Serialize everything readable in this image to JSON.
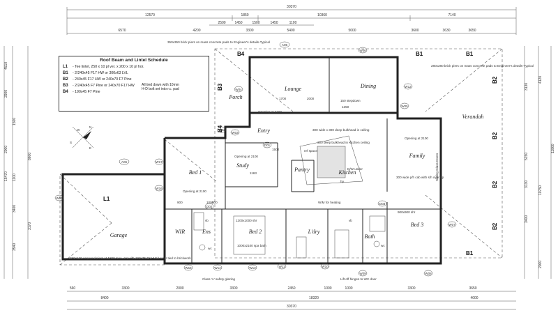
{
  "dims": {
    "top_total": "30370",
    "top_a": [
      "12570",
      "1850",
      "10360",
      "7140"
    ],
    "top_b": [
      "2500",
      "1450",
      "1500",
      "1450",
      "1100"
    ],
    "top_c": [
      "6570",
      "4200",
      "3300",
      "5400",
      "5000",
      "3600",
      "3630",
      "3650"
    ],
    "bottom_a": [
      "560",
      "3300",
      "2000",
      "3300",
      "2450",
      "1000",
      "1000",
      "3300",
      "3650"
    ],
    "bottom_b": [
      "8400",
      "18320",
      "4000"
    ],
    "bottom_total": "30370",
    "left": [
      "4510",
      "2900",
      "1500",
      "2000",
      "1100",
      "3400",
      "3540",
      "3170",
      "8600",
      "15470"
    ],
    "right": [
      "4120",
      "3130",
      "5150",
      "3130",
      "3400",
      "10750",
      "11860",
      "2000"
    ]
  },
  "schedule": {
    "title": "Roof Beam and Lintel Schedule",
    "rows": [
      {
        "code": "L1",
        "text": "- Tee lintel, 250 x 10 pl ver. x 200 x 10 pl hor."
      },
      {
        "code": "B1",
        "text": "- 2/240x45 F17 HW  or  300x63 LVL"
      },
      {
        "code": "B2",
        "text": "- 240x45 F17 HW  or  240x70 F7 Pine"
      },
      {
        "code": "B3",
        "text": "- 2/240x45 F7 Pine  or  240x70 F17 HW"
      },
      {
        "code": "B4",
        "text": "- 190x45 F7 Pine"
      }
    ],
    "side_note": "All tied down with 10mm H-D bolt set into r.c. pad"
  },
  "rooms": {
    "lounge": "Lounge",
    "dining": "Dining",
    "porch": "Porch",
    "entry": "Entry",
    "study": "Study",
    "bed1": "Bed 1",
    "pantry": "Pantry",
    "kitchen": "Kitchen",
    "family": "Family",
    "verandah": "Verandah",
    "garage": "Garage",
    "wir": "WIR",
    "ens": "Ens",
    "bed2": "Bed 2",
    "ldry": "L'dry",
    "bath": "Bath",
    "bed3": "Bed 3"
  },
  "beams": {
    "b4_top": "B4",
    "b1_top1": "B1",
    "b1_top2": "B1",
    "b2_r1": "B2",
    "b2_r2": "B2",
    "b2_r3": "B2",
    "b2_r4": "B2",
    "b1_bottom": "B1",
    "b3_left": "B3",
    "b4_left": "B4",
    "l1": "L1"
  },
  "notes": {
    "piers_top": "350x350 brick piers on mass concrete pads to Engineer's details-Typical",
    "piers_right": "280x280 brick piers on mass concrete pads to Engineer's details-Typical",
    "opening_lounge": "Opening at 2100",
    "stepdown": "150 stepdown",
    "bulkhead1": "300 wide x 300 deep bulkhead in ceiling",
    "bulkhead2": "300 deep bulkhead in Kitchen ceiling",
    "opening_study": "Opening at 2100",
    "opening_bed1": "Opening at 2100",
    "opening_family": "Opening at 2100",
    "sliding": "Sliding Glass Doors",
    "dw": "D/W under",
    "ref": "ref space",
    "shelves": "300 wide p/h cab with s/h over hp",
    "wm": "W/M for heating",
    "shower_bath": "900x900 shr",
    "shr_bed2": "1200x1000 shr",
    "spa": "1000x2100 spa bath",
    "garage_piers": "280x120 engaged piers at 1800 max. crs with 190x75 F8 HW bearer tied to brickwork",
    "glazing": "Class 'A' safety glazing",
    "liftoff": "Lift off hinges to WC door",
    "vb1": "vb",
    "vb2": "vb",
    "wc1": "wc",
    "wc2": "wc",
    "hp": "hp",
    "d1700": "1700",
    "d2000": "2000",
    "d1250": "1250",
    "d800": "800",
    "d900": "900",
    "d1163": "1163",
    "d1500": "1500",
    "d1000": "1000"
  },
  "tags": {
    "a05": "A05",
    "a06": "A06",
    "w01": "W01",
    "w02": "W02",
    "w03": "W03",
    "w04": "W04",
    "w05": "W05",
    "w06": "W06",
    "w07": "W07",
    "w08": "W08",
    "w09": "W09",
    "w10": "W10",
    "w11": "W11",
    "w12": "W12",
    "w13": "W13",
    "w14": "W14",
    "w15": "W15",
    "w16": "W16",
    "w17": "W17",
    "d1": "D01",
    "d2": "D02",
    "d3": "D03"
  },
  "compass": {
    "w": "W",
    "n": "N",
    "e": "E",
    "s": "S"
  }
}
